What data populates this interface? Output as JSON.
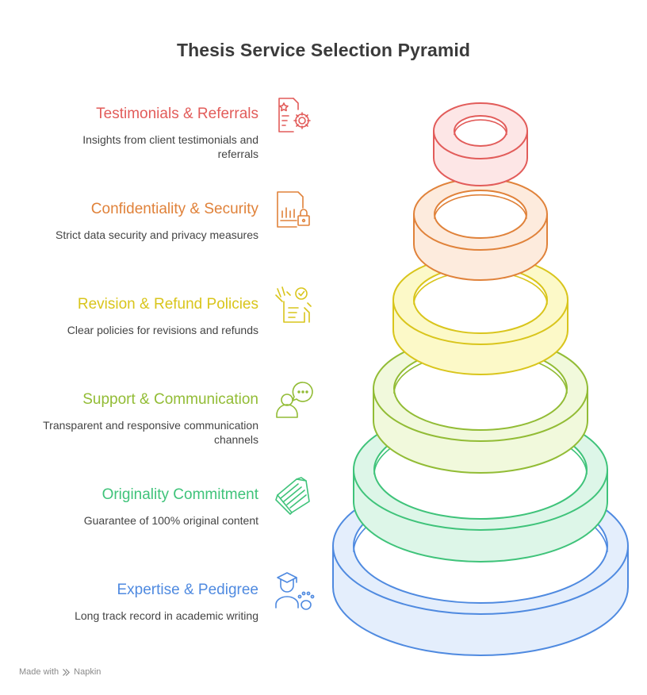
{
  "title": "Thesis Service Selection Pyramid",
  "levels": [
    {
      "heading": "Testimonials & Referrals",
      "description": "Insights from client testimonials and referrals",
      "color": "#e25c5a",
      "fill": "#fde6e6",
      "icon": "document-star-gear-icon"
    },
    {
      "heading": "Confidentiality & Security",
      "description": "Strict data security and privacy measures",
      "color": "#e0823a",
      "fill": "#fdebdd",
      "icon": "document-chart-lock-icon"
    },
    {
      "heading": "Revision & Refund Policies",
      "description": "Clear policies for revisions and refunds",
      "color": "#d9c51c",
      "fill": "#fcf9c8",
      "icon": "checklist-hand-icon"
    },
    {
      "heading": "Support & Communication",
      "description": "Transparent and responsive communication channels",
      "color": "#92bc35",
      "fill": "#f1f9dc",
      "icon": "person-chat-bubble-icon"
    },
    {
      "heading": "Originality Commitment",
      "description": "Guarantee of 100% original content",
      "color": "#3fc37a",
      "fill": "#ddf6e8",
      "icon": "paper-stack-icon"
    },
    {
      "heading": "Expertise & Pedigree",
      "description": "Long track record in academic writing",
      "color": "#4f8ae0",
      "fill": "#e4eefc",
      "icon": "graduate-pedigree-icon"
    }
  ],
  "footer": {
    "prefix": "Made with",
    "brand": "Napkin",
    "icon": "napkin-logo-icon"
  }
}
